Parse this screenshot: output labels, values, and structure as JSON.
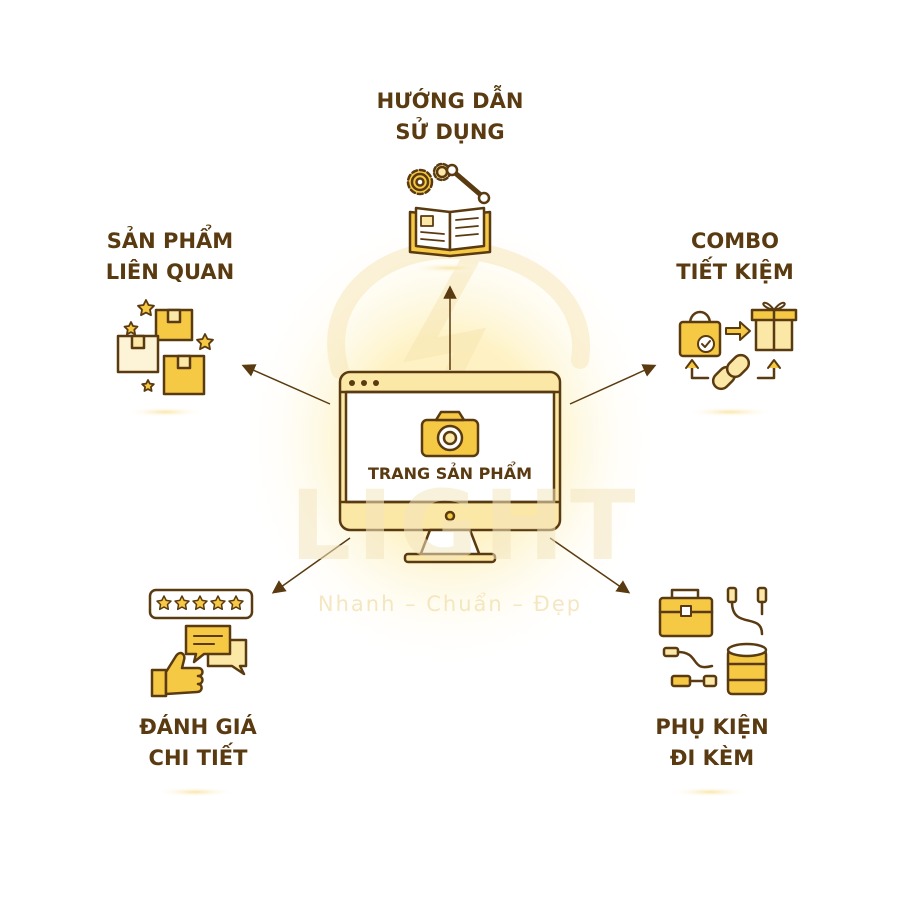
{
  "center": {
    "label": "TRANG SẢN PHẨM"
  },
  "watermark": {
    "brand": "LIGHT",
    "slogan": "Nhanh – Chuẩn – Đẹp"
  },
  "nodes": {
    "top": {
      "line1": "HƯỚNG DẪN",
      "line2": "SỬ DỤNG",
      "icon": "gears-book-wrench-icon"
    },
    "top_left": {
      "line1": "SẢN PHẨM",
      "line2": "LIÊN QUAN",
      "icon": "boxes-stars-icon"
    },
    "top_right": {
      "line1": "COMBO",
      "line2": "TIẾT KIỆM",
      "icon": "bag-gift-chain-icon"
    },
    "bottom_left": {
      "line1": "ĐÁNH GIÁ",
      "line2": "CHI TIẾT",
      "icon": "stars-chat-thumbs-up-icon"
    },
    "bottom_right": {
      "line1": "PHỤ KIỆN",
      "line2": "ĐI KÈM",
      "icon": "bag-cables-lens-icon"
    }
  },
  "colors": {
    "gold": "#f6c944",
    "gold_light": "#fbe7a6",
    "outline": "#5a3a10",
    "cream": "#fdf3d6"
  }
}
